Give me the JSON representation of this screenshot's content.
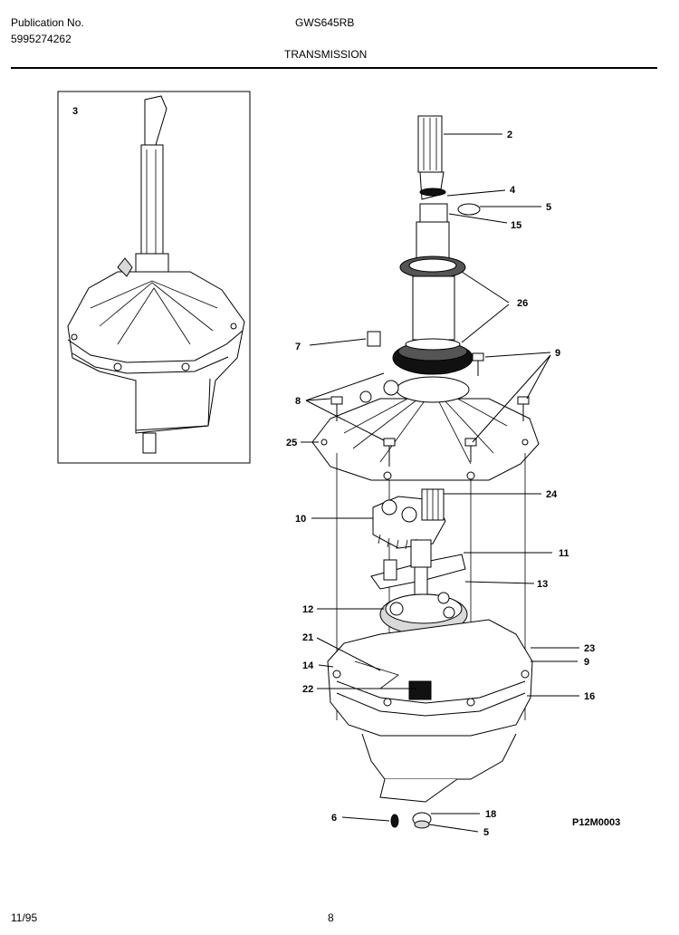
{
  "header": {
    "publication_label": "Publication No.",
    "publication_number": "5995274262",
    "model": "GWS645RB",
    "section_title": "TRANSMISSION"
  },
  "diagram": {
    "inset_label": "3",
    "part_labels": [
      "2",
      "4",
      "5",
      "15",
      "26",
      "7",
      "9",
      "8",
      "25",
      "24",
      "10",
      "11",
      "13",
      "12",
      "21",
      "23",
      "14",
      "9",
      "22",
      "16",
      "6",
      "18",
      "5"
    ],
    "drawing_code": "P12M0003"
  },
  "footer": {
    "date": "11/95",
    "page": "8"
  }
}
